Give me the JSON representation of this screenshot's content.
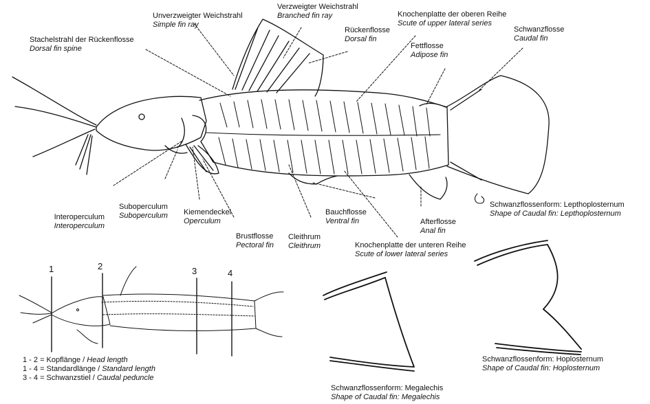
{
  "labels": {
    "simple_ray": {
      "de": "Unverzweigter Weichstrahl",
      "en": "Simple fin ray"
    },
    "branched_ray": {
      "de": "Verzweigter Weichstrahl",
      "en": "Branched fin ray"
    },
    "dorsal_spine": {
      "de": "Stachelstrahl der Rückenflosse",
      "en": "Dorsal fin spine"
    },
    "dorsal_fin": {
      "de": "Rückenflosse",
      "en": "Dorsal fin"
    },
    "upper_scute": {
      "de": "Knochenplatte der oberen Reihe",
      "en": "Scute of upper lateral series"
    },
    "adipose": {
      "de": "Fettflosse",
      "en": "Adipose fin"
    },
    "caudal": {
      "de": "Schwanzflosse",
      "en": "Caudal fin"
    },
    "interoperculum": {
      "de": "Interoperculum",
      "en": "Interoperculum"
    },
    "suboperculum": {
      "de": "Suboperculum",
      "en": "Suboperculum"
    },
    "operculum": {
      "de": "Kiemendeckel",
      "en": "Operculum"
    },
    "pectoral": {
      "de": "Brustflosse",
      "en": "Pectoral fin"
    },
    "cleithrum": {
      "de": "Cleithrum",
      "en": "Cleithrum"
    },
    "ventral": {
      "de": "Bauchflosse",
      "en": "Ventral fin"
    },
    "anal": {
      "de": "Afterflosse",
      "en": "Anal fin"
    },
    "lower_scute": {
      "de": "Knochenplatte der unteren Reihe",
      "en": "Scute of lower lateral series"
    },
    "form_lepthoplosternum": {
      "de": "Schwanzflossenform: Lepthoplosternum",
      "en": "Shape of Caudal fin: Lepthoplosternum"
    },
    "form_hoplosternum": {
      "de": "Schwanzflossenform: Hoplosternum",
      "en": "Shape of Caudal fin: Hoplosternum"
    },
    "form_megalechis": {
      "de": "Schwanzflossenform: Megalechis",
      "en": "Shape of Caudal fin: Megalechis"
    }
  },
  "markers": [
    "1",
    "2",
    "3",
    "4"
  ],
  "measurements": [
    {
      "de": "1 - 2 = Kopflänge / ",
      "en": "Head length"
    },
    {
      "de": "1 - 4 = Standardlänge / ",
      "en": "Standard length"
    },
    {
      "de": "3 - 4 = Schwanzstiel / ",
      "en": "Caudal peduncle"
    }
  ]
}
